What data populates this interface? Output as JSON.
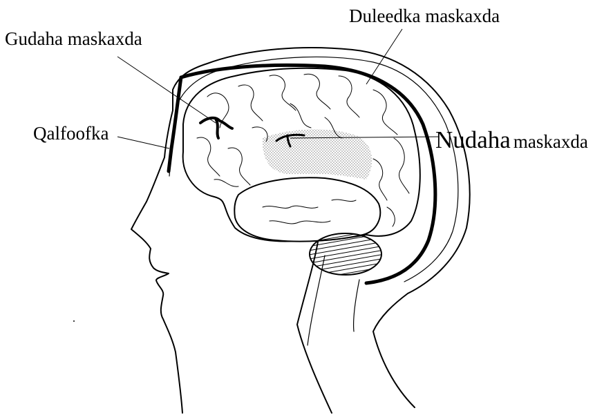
{
  "labels": {
    "outer_membrane": "Duleedka maskaxda",
    "inner_membrane": "Gudaha maskaxda",
    "skull": "Qalfoofka",
    "middle_membrane_big": "Nudaha",
    "middle_membrane_small": "maskaxda"
  },
  "colors": {
    "ink": "#000000",
    "background": "#ffffff",
    "shading": "#c8c8c8"
  }
}
